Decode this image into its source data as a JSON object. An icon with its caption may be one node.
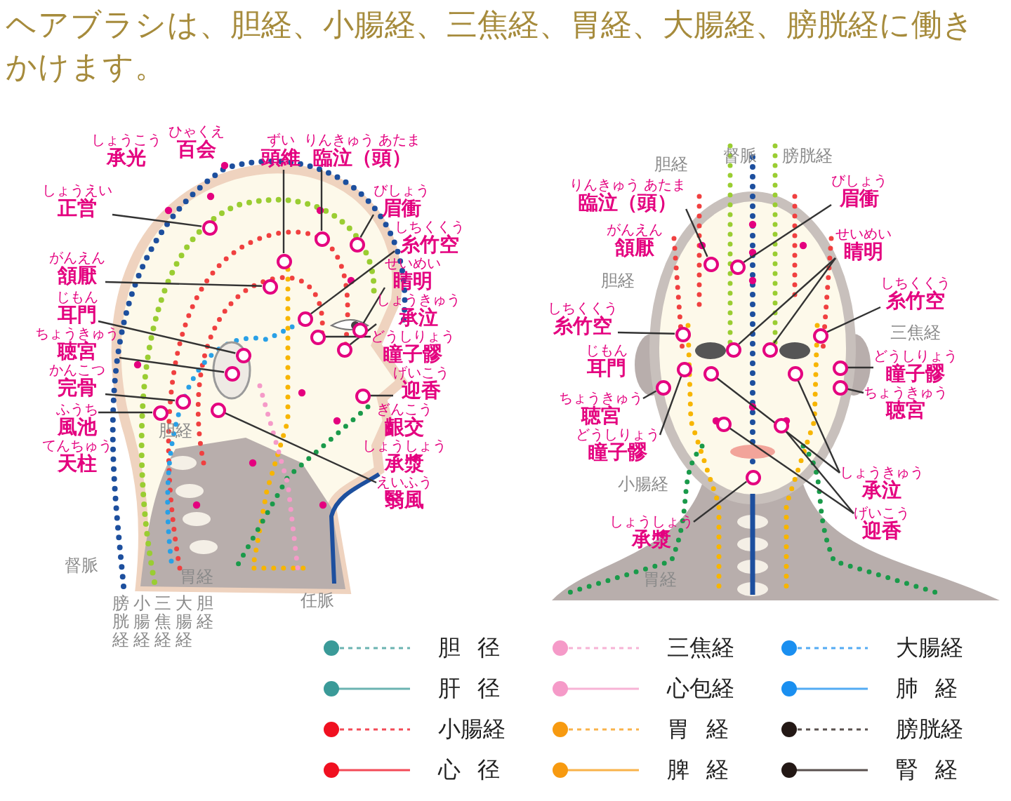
{
  "diagram": {
    "title": "ヘアブラシは、胆経、小腸経、三焦経、胃経、大腸経、膀胱経に働きかけます。",
    "nodes": [
      {
        "text": [
          "しょうえい",
          "正営"
        ]
      },
      {
        "text": [
          "ずい",
          "頭維"
        ]
      },
      {
        "text": [
          "りんきゅう あたま",
          "臨泣（頭）"
        ]
      },
      {
        "text": [
          "びしょう",
          "眉衝"
        ]
      },
      {
        "text": [
          "がんえん",
          "頷厭"
        ]
      },
      {
        "text": [
          "しちくくう",
          "糸竹空"
        ]
      },
      {
        "text": [
          "せいめい",
          "睛明"
        ]
      },
      {
        "text": [
          "じもん",
          "耳門"
        ]
      },
      {
        "text": [
          "ちょうきゅう",
          "聴宮"
        ]
      },
      {
        "text": [
          "しょうきゅう",
          "承泣"
        ]
      },
      {
        "text": [
          "どうしりょう",
          "瞳子髎"
        ]
      },
      {
        "text": [
          "かんこつ",
          "完骨"
        ]
      },
      {
        "text": [
          "げいこう",
          "迎香"
        ]
      },
      {
        "text": [
          "ふうち",
          "風池"
        ]
      },
      {
        "text": [
          "えいふう",
          "翳風"
        ]
      },
      {
        "text": [
          "りんきゅう あたま",
          "臨泣（頭）"
        ]
      },
      {
        "text": [
          "びしょう",
          "眉衝"
        ]
      },
      {
        "text": [
          "せいめい",
          "睛明"
        ]
      },
      {
        "text": [
          "しちくくう",
          "糸竹空"
        ]
      },
      {
        "text": [
          "しちくくう",
          "糸竹空"
        ]
      },
      {
        "text": [
          "どうしりょう",
          "瞳子髎"
        ]
      },
      {
        "text": [
          "ちょうきゅう",
          "聴宮"
        ]
      },
      {
        "text": [
          "ちょうきゅう",
          "聴宮"
        ]
      },
      {
        "text": [
          "どうしりょう",
          "瞳子髎"
        ]
      },
      {
        "text": [
          "しょうきゅう",
          "承泣"
        ]
      },
      {
        "text": [
          "げいこう",
          "迎香"
        ]
      },
      {
        "text": [
          "しょうしょう",
          "承漿"
        ]
      },
      {
        "text": [],
        "shape": "circle"
      },
      {
        "text": [],
        "shape": "circle"
      },
      {
        "text": [],
        "shape": "circle"
      },
      {
        "text": [],
        "shape": "circle"
      },
      {
        "text": [],
        "shape": "circle"
      },
      {
        "text": [],
        "shape": "circle"
      },
      {
        "text": [],
        "shape": "circle"
      },
      {
        "text": [],
        "shape": "circle"
      },
      {
        "text": [],
        "shape": "circle"
      },
      {
        "text": [],
        "shape": "circle"
      },
      {
        "text": [],
        "shape": "circle"
      },
      {
        "text": [],
        "shape": "circle"
      },
      {
        "text": [],
        "shape": "circle"
      },
      {
        "text": [],
        "shape": "circle"
      },
      {
        "text": [],
        "shape": "circle"
      },
      {
        "text": [],
        "shape": "circle"
      },
      {
        "text": [],
        "shape": "circle"
      },
      {
        "text": [],
        "shape": "circle"
      },
      {
        "text": [],
        "shape": "circle"
      },
      {
        "text": [],
        "shape": "circle"
      },
      {
        "text": [],
        "shape": "circle"
      },
      {
        "text": [],
        "shape": "circle"
      },
      {
        "text": [],
        "shape": "circle"
      },
      {
        "text": [],
        "shape": "circle"
      },
      {
        "text": [],
        "shape": "circle"
      },
      {
        "text": [],
        "shape": "circle"
      },
      {
        "text": [],
        "shape": "circle"
      },
      {
        "text": [],
        "shape": "circle"
      },
      {
        "text": [],
        "shape": "circle"
      },
      {
        "text": [],
        "shape": "circle"
      }
    ],
    "edges": [
      {
        "from": 0,
        "to": 27,
        "arrow": "none"
      },
      {
        "from": 1,
        "to": 28,
        "arrow": "none"
      },
      {
        "from": 2,
        "to": 29,
        "arrow": "none"
      },
      {
        "from": 3,
        "to": 30,
        "arrow": "none"
      },
      {
        "from": 4,
        "to": 31,
        "arrow": "none"
      },
      {
        "from": 5,
        "to": 32,
        "arrow": "none"
      },
      {
        "from": 6,
        "to": 33,
        "arrow": "none"
      },
      {
        "from": 7,
        "to": 34,
        "arrow": "none"
      },
      {
        "from": 8,
        "to": 35,
        "arrow": "none"
      },
      {
        "from": 9,
        "to": 36,
        "arrow": "none"
      },
      {
        "from": 10,
        "to": 37,
        "arrow": "none"
      },
      {
        "from": 11,
        "to": 38,
        "arrow": "none"
      },
      {
        "from": 12,
        "to": 39,
        "arrow": "none"
      },
      {
        "from": 13,
        "to": 40,
        "arrow": "none"
      },
      {
        "from": 14,
        "to": 41,
        "arrow": "none"
      },
      {
        "from": 15,
        "to": 42,
        "arrow": "none"
      },
      {
        "from": 16,
        "to": 43,
        "arrow": "none"
      },
      {
        "from": 17,
        "to": 44,
        "arrow": "none"
      },
      {
        "from": 17,
        "to": 45,
        "arrow": "none"
      },
      {
        "from": 18,
        "to": 46,
        "arrow": "none"
      },
      {
        "from": 19,
        "to": 47,
        "arrow": "none"
      },
      {
        "from": 20,
        "to": 48,
        "arrow": "none"
      },
      {
        "from": 21,
        "to": 49,
        "arrow": "none"
      },
      {
        "from": 22,
        "to": 50,
        "arrow": "none"
      },
      {
        "from": 23,
        "to": 51,
        "arrow": "none"
      },
      {
        "from": 24,
        "to": 52,
        "arrow": "none"
      },
      {
        "from": 24,
        "to": 53,
        "arrow": "none"
      },
      {
        "from": 25,
        "to": 54,
        "arrow": "none"
      },
      {
        "from": 25,
        "to": 55,
        "arrow": "none"
      },
      {
        "from": 26,
        "to": 56,
        "arrow": "none"
      }
    ],
    "labels": [
      "しょうこう",
      "承光",
      "ひゃくえ",
      "百会",
      "ぎんこう",
      "齦交",
      "てんちゅう",
      "天柱",
      "しょうしょう",
      "承漿",
      "胆経",
      "督脈",
      "胃経",
      "任脈",
      "膀胱経",
      "小腸経",
      "三焦経",
      "大腸経",
      "胆経",
      "胆経",
      "督脈",
      "膀胱経",
      "がんえん",
      "頷厭",
      "胆経",
      "三焦経",
      "じもん",
      "耳門",
      "小腸経",
      "胃経"
    ],
    "legend": [
      {
        "text": "胆径",
        "color": "#3a9a98"
      },
      {
        "text": "三焦経",
        "color": "#f59ac8"
      },
      {
        "text": "大腸経",
        "color": "#1a8ff0"
      },
      {
        "text": "肝径",
        "color": "#3a9a98"
      },
      {
        "text": "心包経",
        "color": "#f59ac8"
      },
      {
        "text": "肺経",
        "color": "#1a8ff0"
      },
      {
        "text": "小腸経",
        "color": "#f01020"
      },
      {
        "text": "胃経",
        "color": "#f79a10"
      },
      {
        "text": "膀胱経",
        "color": "#231815"
      },
      {
        "text": "心径",
        "color": "#f01020"
      },
      {
        "text": "脾経",
        "color": "#f79a10"
      },
      {
        "text": "腎経",
        "color": "#231815"
      }
    ]
  }
}
